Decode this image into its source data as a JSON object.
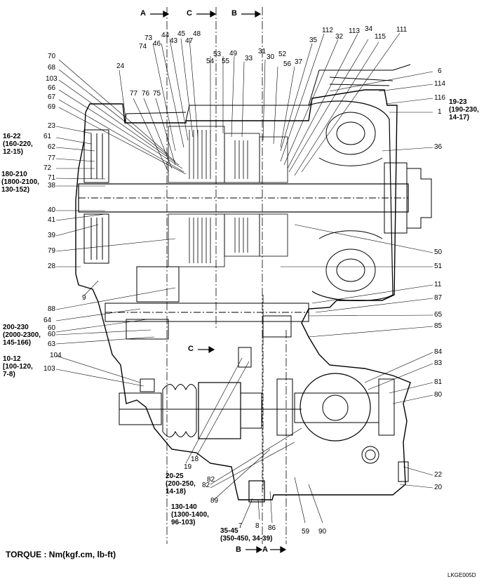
{
  "torque_legend": "TORQUE : Nm(kgf.cm, lb-ft)",
  "figure_code": "LKGE005D",
  "section_marks": {
    "a_top": "A",
    "c_top": "C",
    "b_top": "B",
    "c_mid": "C",
    "b_bottom": "B",
    "a_bottom": "A"
  },
  "part_numbers": [
    "73",
    "44",
    "45",
    "48",
    "74",
    "46",
    "43",
    "47",
    "53",
    "49",
    "54",
    "55",
    "31",
    "33",
    "30",
    "52",
    "56",
    "37",
    "35",
    "112",
    "32",
    "113",
    "34",
    "115",
    "111",
    "24",
    "70",
    "68",
    "103",
    "66",
    "67",
    "69",
    "77",
    "76",
    "75",
    "23",
    "61",
    "62",
    "77",
    "72",
    "71",
    "38",
    "40",
    "41",
    "39",
    "79",
    "28",
    "9",
    "88",
    "64",
    "60",
    "60",
    "63",
    "104",
    "103",
    "6",
    "114",
    "116",
    "1",
    "36",
    "50",
    "51",
    "11",
    "87",
    "65",
    "85",
    "84",
    "83",
    "81",
    "80",
    "19",
    "18",
    "82",
    "82",
    "89",
    "7",
    "8",
    "86",
    "59",
    "90",
    "22",
    "20"
  ],
  "torque_specs": [
    "19-23\n(190-230,\n14-17)",
    "16-22\n(160-220,\n12-15)",
    "180-210\n(1800-2100,\n130-152)",
    "200-230\n(2000-2300,\n145-166)",
    "10-12\n[100-120,\n7-8)",
    "20-25\n(200-250,\n14-18)",
    "130-140\n(1300-1400,\n96-103)",
    "35-45\n(350-450, 34-39)"
  ]
}
